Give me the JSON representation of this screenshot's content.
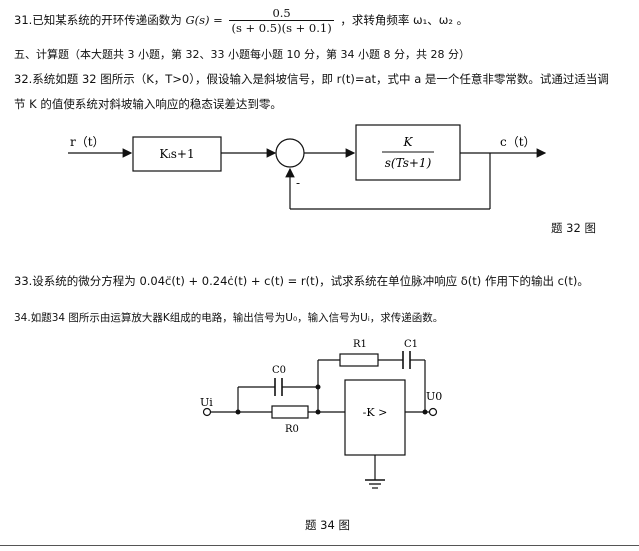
{
  "q31": {
    "prefix": "31.已知某系统的开环传递函数为",
    "gs": "G(s) =",
    "num": "0.5",
    "den": "(s + 0.5)(s + 0.1)",
    "suffix": "，求转角频率 ω₁、ω₂ 。"
  },
  "section5": "五、计算题（本大题共 3 小题，第 32、33 小题每小题 10 分，第 34 小题 8 分，共 28 分）",
  "q32": {
    "line1": "32.系统如题 32 图所示（K，T>0），假设输入是斜坡信号，即 r(t)=at，式中 a 是一个任意非零常数。试通过适当调",
    "line2": "节 K 的值使系统对斜坡输入响应的稳态误差达到零。"
  },
  "fig32": {
    "input_label": "r（t）",
    "output_label": "c（t）",
    "block1": "Kᵢs+1",
    "block2_num": "K",
    "block2_den": "s(Ts+1)",
    "minus": "-",
    "caption": "题 32 图"
  },
  "q33": "33.设系统的微分方程为 0.04c̈(t) + 0.24ċ(t) + c(t) = r(t)，试求系统在单位脉冲响应 δ(t) 作用下的输出 c(t)。",
  "q34": "34.如题34 图所示由运算放大器K组成的电路，输出信号为U₀，输入信号为Uᵢ，求传递函数。",
  "fig34": {
    "ui": "Ui",
    "uo": "U0",
    "c0": "C0",
    "r0": "R0",
    "r1": "R1",
    "c1": "C1",
    "amp": "-K >",
    "caption": "题 34 图"
  }
}
